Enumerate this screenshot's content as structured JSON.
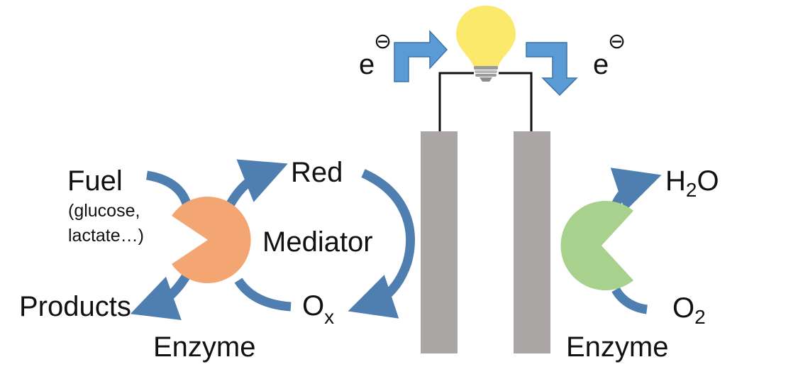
{
  "labels": {
    "electron_left": "e",
    "electron_right": "e",
    "electron_charge": "⊖",
    "fuel": "Fuel",
    "fuel_examples_line1": "(glucose,",
    "fuel_examples_line2": "lactate…)",
    "products": "Products",
    "enzyme_left": "Enzyme",
    "red": "Red",
    "mediator": "Mediator",
    "ox_main": "O",
    "ox_sub": "x",
    "water_h": "H",
    "water_sub": "2",
    "water_o": "O",
    "oxygen_main": "O",
    "oxygen_sub": "2",
    "enzyme_right": "Enzyme"
  },
  "colors": {
    "arrow_blue": "#4f7fb0",
    "arrow_blue_light": "#5b9bd5",
    "enzyme_left": "#f4a672",
    "enzyme_right": "#a9d18e",
    "electrode": "#aba6a6",
    "bulb": "#fbe96c",
    "wire": "#111111"
  },
  "icons": [
    "light-bulb-icon",
    "electron-arrow-icon",
    "enzyme-pacman-icon"
  ]
}
